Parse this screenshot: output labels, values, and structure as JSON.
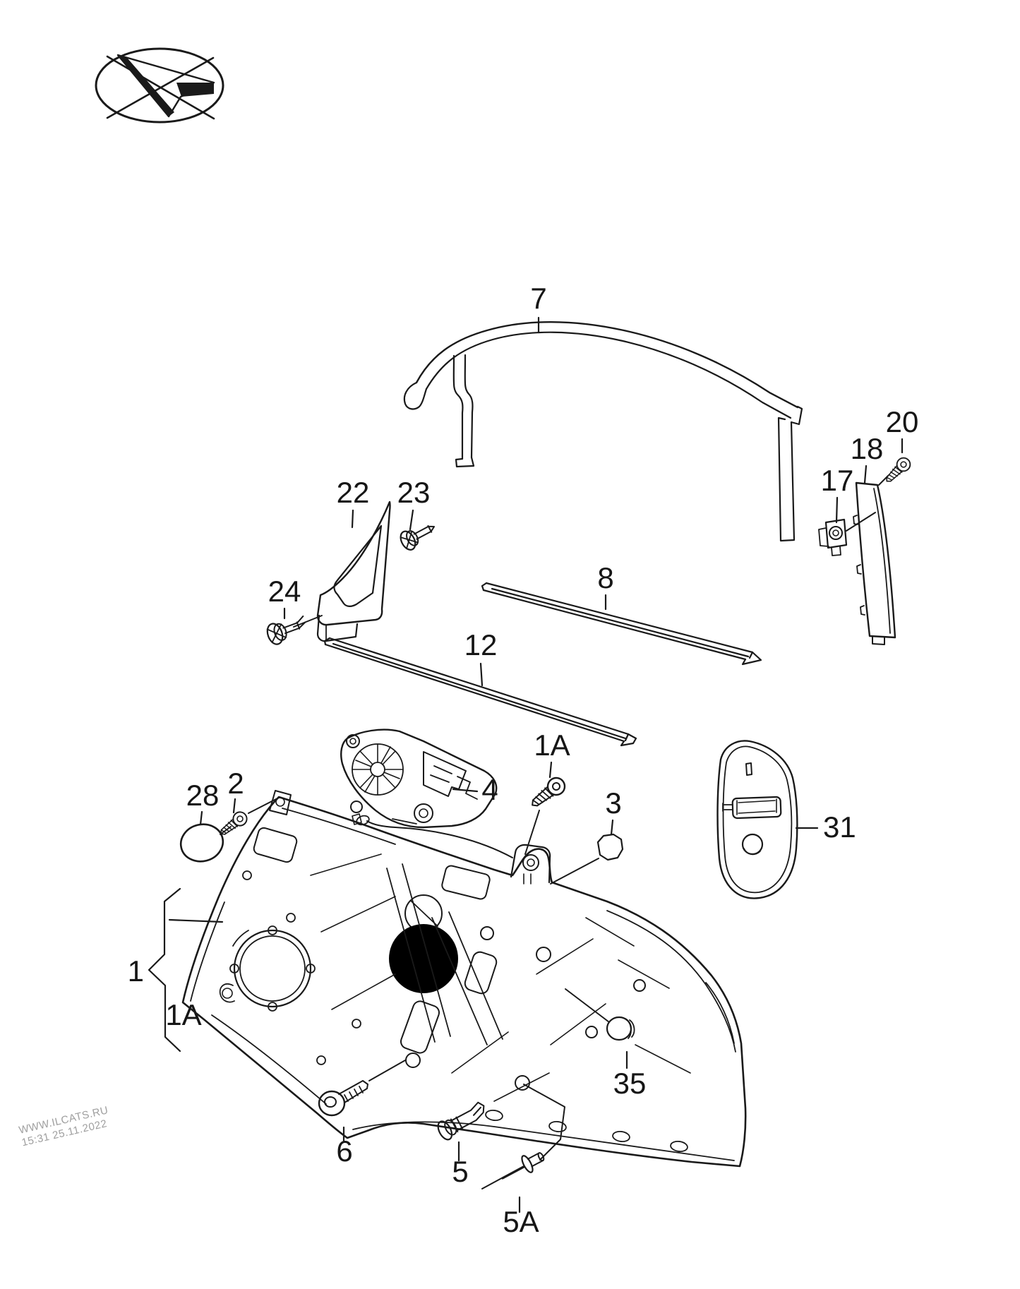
{
  "watermark": {
    "site": "WWW.ILCATS.RU",
    "timestamp": "15:31 25.11.2022"
  },
  "parts": {
    "p1": "1",
    "p1a": "1A",
    "p2": "2",
    "p3": "3",
    "p4": "4",
    "p5": "5",
    "p5a": "5A",
    "p6": "6",
    "p7": "7",
    "p8": "8",
    "p12": "12",
    "p17": "17",
    "p18": "18",
    "p20": "20",
    "p22": "22",
    "p23": "23",
    "p24": "24",
    "p28": "28",
    "p31": "31",
    "p35": "35"
  }
}
